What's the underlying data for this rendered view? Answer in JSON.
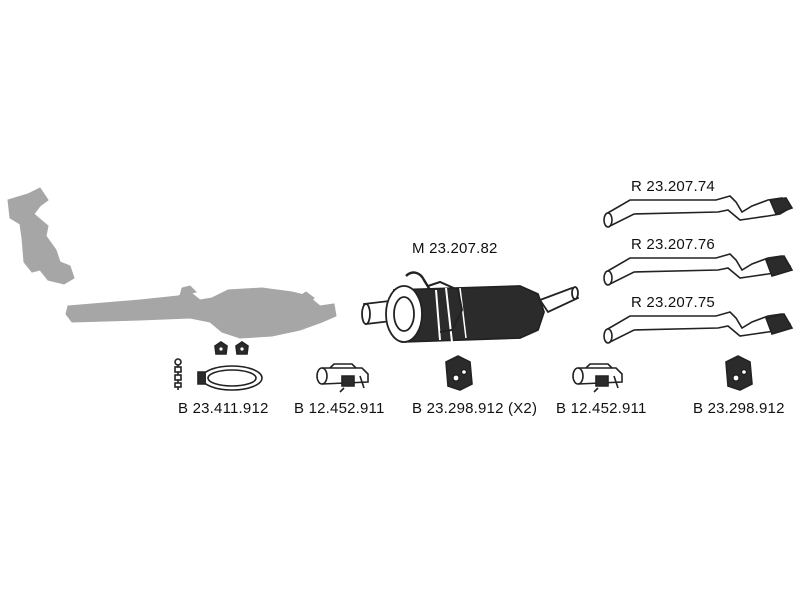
{
  "labels": {
    "muffler": "M 23.207.82",
    "tail_pipe_1": "R 23.207.74",
    "tail_pipe_2": "R 23.207.76",
    "tail_pipe_3": "R 23.207.75",
    "clamp_kit": "B 23.411.912",
    "clamp_1": "B 12.452.911",
    "hanger_double": "B 23.298.912 (X2)",
    "clamp_2": "B 12.452.911",
    "hanger_single": "B 23.298.912"
  },
  "colors": {
    "grey_parts": "#a6a6a6",
    "outline": "#222222",
    "body": "#2b2b2b",
    "text": "#111111"
  }
}
